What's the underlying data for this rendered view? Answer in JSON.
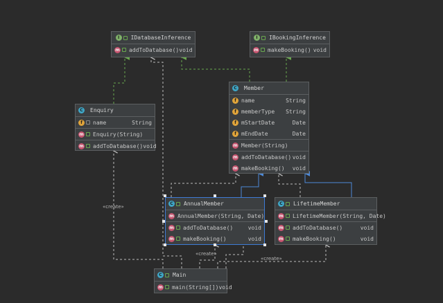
{
  "nodes": {
    "idb": {
      "name": "IDatabaseInference",
      "methods": [
        {
          "name": "addToDatabase()",
          "type": "void"
        }
      ]
    },
    "ibook": {
      "name": "IBookingInference",
      "methods": [
        {
          "name": "makeBooking()",
          "type": "void"
        }
      ]
    },
    "member": {
      "name": "Member",
      "fields": [
        {
          "name": "name",
          "type": "String"
        },
        {
          "name": "memberType",
          "type": "String"
        },
        {
          "name": "mStartDate",
          "type": "Date"
        },
        {
          "name": "mEndDate",
          "type": "Date"
        }
      ],
      "constructors": [
        {
          "name": "Member(String)",
          "type": ""
        }
      ],
      "methods": [
        {
          "name": "addToDatabase()",
          "type": "void"
        },
        {
          "name": "makeBooking()",
          "type": "void"
        }
      ]
    },
    "enquiry": {
      "name": "Enquiry",
      "fields": [
        {
          "name": "name",
          "type": "String"
        }
      ],
      "constructors": [
        {
          "name": "Enquiry(String)",
          "type": ""
        }
      ],
      "methods": [
        {
          "name": "addToDatabase()",
          "type": "void"
        }
      ]
    },
    "annual": {
      "name": "AnnualMember",
      "constructors": [
        {
          "name": "AnnualMember(String, Date)",
          "type": ""
        }
      ],
      "methods": [
        {
          "name": "addToDatabase()",
          "type": "void"
        },
        {
          "name": "makeBooking()",
          "type": "void"
        }
      ]
    },
    "lifetime": {
      "name": "LifetimeMember",
      "constructors": [
        {
          "name": "LifetimeMember(String, Date)",
          "type": ""
        }
      ],
      "methods": [
        {
          "name": "addToDatabase()",
          "type": "void"
        },
        {
          "name": "makeBooking()",
          "type": "void"
        }
      ]
    },
    "main": {
      "name": "Main",
      "methods": [
        {
          "name": "main(String[])",
          "type": "void"
        }
      ]
    }
  },
  "labels": {
    "create1": "«create»",
    "create2": "«create»",
    "create3": "«create»"
  },
  "colors": {
    "realization": "#6aa84f",
    "generalization": "#4e8ad8",
    "dependency": "#bdbdbd"
  }
}
